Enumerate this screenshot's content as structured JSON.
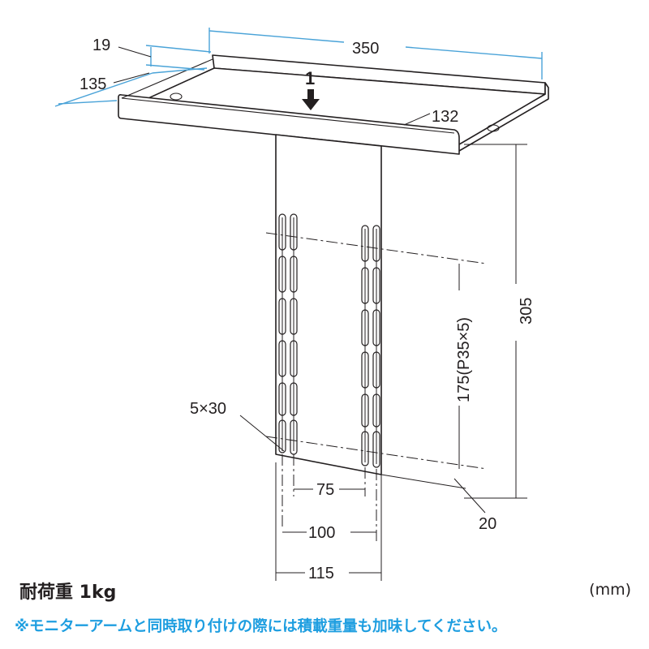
{
  "dimensions": {
    "depth_flange": "19",
    "depth": "135",
    "width": "350",
    "arrow_number": "1",
    "tray_inner": "132",
    "height_total": "305",
    "slot_pitch": "175(P35×5)",
    "slot_size": "5×30",
    "bottom_offset": "20",
    "hole_75": "75",
    "hole_100": "100",
    "plate_width": "115"
  },
  "footer": {
    "load": "耐荷重 1kg",
    "unit": "(mm)",
    "note": "※モニターアームと同時取り付けの際には積載重量も加味してください。"
  },
  "colors": {
    "dimension_line": "#4aa3d8",
    "note_text": "#1e9ee0",
    "drawing": "#231f20"
  }
}
